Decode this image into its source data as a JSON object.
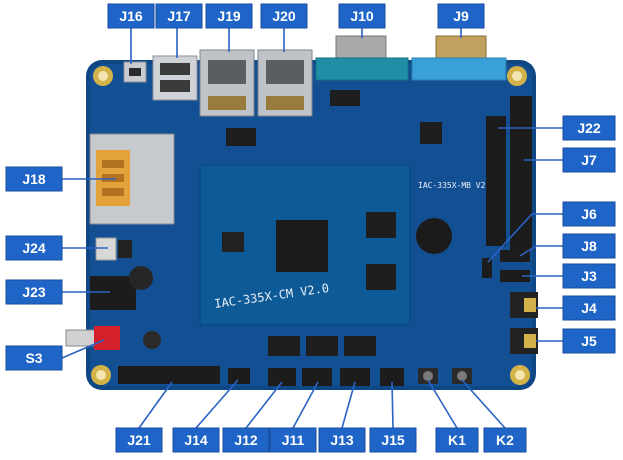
{
  "title": "",
  "colors": {
    "board": "#114a8c",
    "board_dark": "#0d3c73",
    "label_blue": "#1f64c7",
    "label_text": "#ffffff",
    "gold": "#d4b24a",
    "chip": "#1a1a1a",
    "module": "#0e5a97"
  },
  "board": {
    "module_text": "IAC-335X-CM V2.0",
    "baseboard_text": "IAC-335X-MB V2.0"
  },
  "labels": [
    {
      "id": "J16",
      "text": "J16"
    },
    {
      "id": "J17",
      "text": "J17"
    },
    {
      "id": "J19",
      "text": "J19"
    },
    {
      "id": "J20",
      "text": "J20"
    },
    {
      "id": "J10",
      "text": "J10"
    },
    {
      "id": "J9",
      "text": "J9"
    },
    {
      "id": "J22",
      "text": "J22"
    },
    {
      "id": "J7",
      "text": "J7"
    },
    {
      "id": "J6",
      "text": "J6"
    },
    {
      "id": "J8",
      "text": "J8"
    },
    {
      "id": "J3",
      "text": "J3"
    },
    {
      "id": "J4",
      "text": "J4"
    },
    {
      "id": "J5",
      "text": "J5"
    },
    {
      "id": "J18",
      "text": "J18"
    },
    {
      "id": "J24",
      "text": "J24"
    },
    {
      "id": "J23",
      "text": "J23"
    },
    {
      "id": "S3",
      "text": "S3"
    },
    {
      "id": "J21",
      "text": "J21"
    },
    {
      "id": "J14",
      "text": "J14"
    },
    {
      "id": "J12",
      "text": "J12"
    },
    {
      "id": "J11",
      "text": "J11"
    },
    {
      "id": "J13",
      "text": "J13"
    },
    {
      "id": "J15",
      "text": "J15"
    },
    {
      "id": "K1",
      "text": "K1"
    },
    {
      "id": "K2",
      "text": "K2"
    }
  ]
}
